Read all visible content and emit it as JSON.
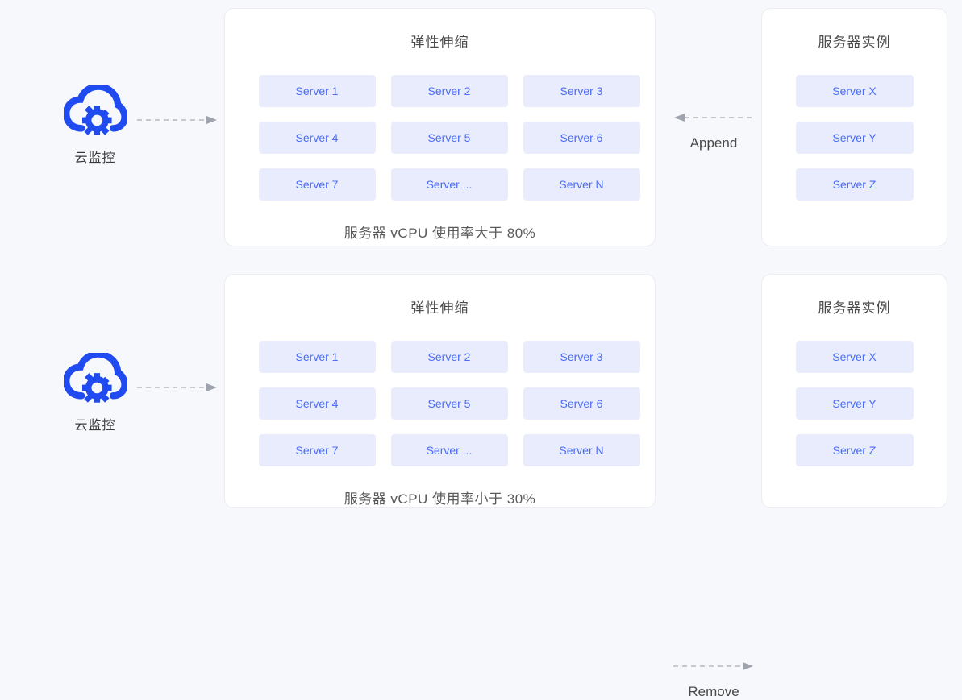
{
  "page": {
    "background_color": "#f7f8fb",
    "card_background": "#ffffff",
    "card_border_color": "#ececf1",
    "server_box_color": "#e8ecfd",
    "server_text_color": "#4a6cf7",
    "brand_blue": "#1f4bf0",
    "arrow_color": "#b5b8c0"
  },
  "rows": [
    {
      "id": "scale-out",
      "monitor": {
        "icon": "cloud-gear-icon",
        "label": "云监控"
      },
      "flow_arrow": "arrow-right-dashed-icon",
      "scaling_card": {
        "title": "弹性伸缩",
        "servers": [
          "Server 1",
          "Server 2",
          "Server 3",
          "Server 4",
          "Server 5",
          "Server 6",
          "Server 7",
          "Server ...",
          "Server N"
        ],
        "caption": "服务器 vCPU 使用率大于 80%"
      },
      "mid": {
        "arrow": "arrow-left-dashed-icon",
        "label": "Append"
      },
      "instances_card": {
        "title": "服务器实例",
        "instances": [
          "Server X",
          "Server Y",
          "Server Z"
        ]
      }
    },
    {
      "id": "scale-in",
      "monitor": {
        "icon": "cloud-gear-icon",
        "label": "云监控"
      },
      "flow_arrow": "arrow-right-dashed-icon",
      "scaling_card": {
        "title": "弹性伸缩",
        "servers": [
          "Server 1",
          "Server 2",
          "Server 3",
          "Server 4",
          "Server 5",
          "Server 6",
          "Server 7",
          "Server ...",
          "Server N"
        ],
        "caption": "服务器 vCPU 使用率小于 30%"
      },
      "mid": {
        "arrow": "arrow-right-dashed-icon",
        "label": "Remove"
      },
      "instances_card": {
        "title": "服务器实例",
        "instances": [
          "Server X",
          "Server Y",
          "Server Z"
        ]
      }
    }
  ]
}
